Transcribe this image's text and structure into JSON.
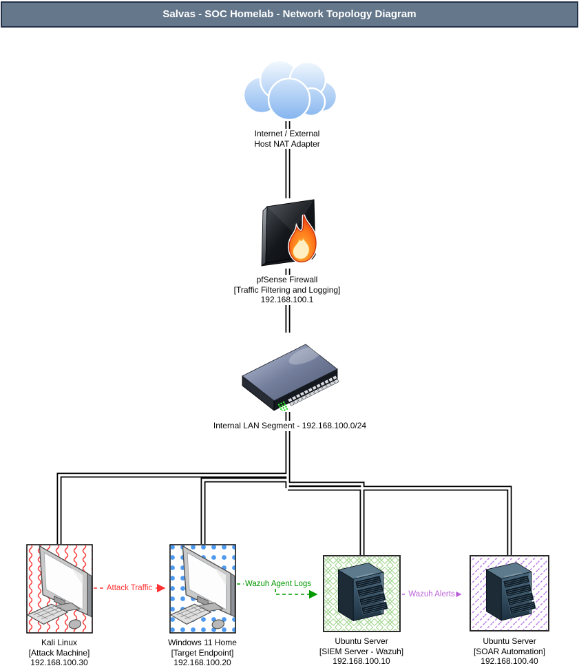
{
  "header": {
    "title": "Salvas - SOC Homelab - Network Topology Diagram"
  },
  "nodes": {
    "internet": {
      "line1": "Internet / External",
      "line2": "Host NAT Adapter"
    },
    "firewall": {
      "name": "pfSense Firewall",
      "role": "[Traffic Filtering and Logging]",
      "ip": "192.168.100.1"
    },
    "lan": {
      "label": "Internal LAN Segment - 192.168.100.0/24"
    },
    "kali": {
      "name": "Kali Linux",
      "role": "[Attack Machine]",
      "ip": "192.168.100.30"
    },
    "windows": {
      "name": "Windows 11 Home",
      "role": "[Target Endpoint]",
      "ip": "192.168.100.20"
    },
    "siem": {
      "name": "Ubuntu Server",
      "role": "[SIEM Server - Wazuh]",
      "ip": "192.168.100.10"
    },
    "soar": {
      "name": "Ubuntu Server",
      "role": "[SOAR Automation]",
      "ip": "192.168.100.40"
    }
  },
  "flows": {
    "attack": {
      "label": "Attack Traffic",
      "color": "#ff3333"
    },
    "agent_logs": {
      "label": "Wazuh Agent Logs",
      "color": "#009900"
    },
    "alerts": {
      "label": "Wazuh Alerts",
      "color": "#b95fd7"
    }
  },
  "colors": {
    "header_bg": "#64778b",
    "header_border": "#22304a",
    "cable": "#000000",
    "kali_pattern": "#fb3a3a",
    "windows_pattern": "#4d9af0",
    "siem_pattern": "#a5d693",
    "soar_pattern": "#b97ae8",
    "led_green": "#2adf2a"
  },
  "icons": {
    "internet": "cloud-icon",
    "firewall": "firewall-flame-icon",
    "lan": "network-switch-icon",
    "workstation": "desktop-computer-icon",
    "server": "server-tower-icon"
  }
}
